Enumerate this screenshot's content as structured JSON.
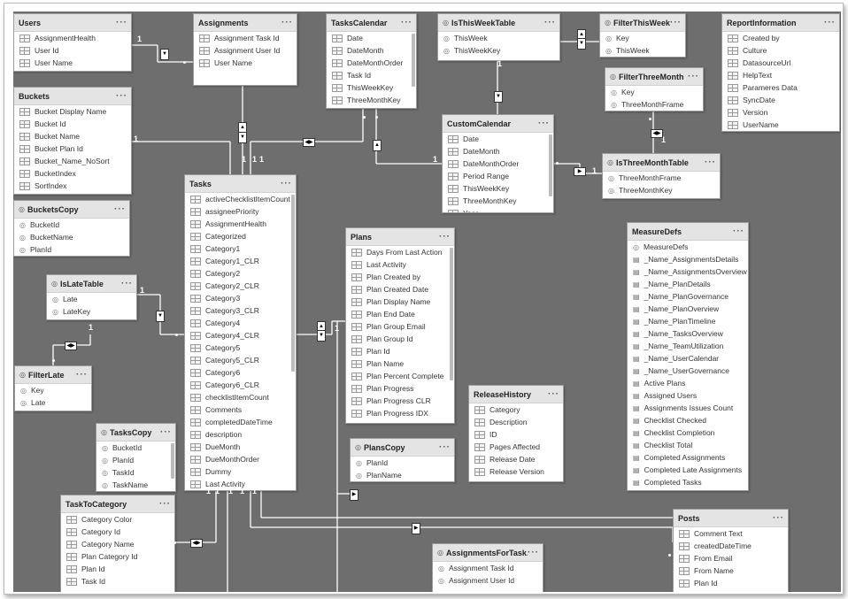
{
  "tables": {
    "users": {
      "title": "Users",
      "hidden": false,
      "fields": [
        "AssignmentHealth",
        "User Id",
        "User Name"
      ]
    },
    "assignments": {
      "title": "Assignments",
      "hidden": false,
      "fields": [
        "Assignment Task Id",
        "Assignment User Id",
        "User Name"
      ]
    },
    "taskscalendar": {
      "title": "TasksCalendar",
      "hidden": false,
      "fields": [
        "Date",
        "DateMonth",
        "DateMonthOrder",
        "Task Id",
        "ThisWeekKey",
        "ThreeMonthKey"
      ]
    },
    "isthisweektable": {
      "title": "IsThisWeekTable",
      "hidden": true,
      "fields": [
        "ThisWeek",
        "ThisWeekKey"
      ]
    },
    "filterthisweek": {
      "title": "FilterThisWeek",
      "hidden": true,
      "fields": [
        "Key",
        "ThisWeek"
      ]
    },
    "reportinformation": {
      "title": "ReportInformation",
      "hidden": false,
      "fields": [
        "Created by",
        "Culture",
        "DatasourceUrl",
        "HelpText",
        "Parameres Data",
        "SyncDate",
        "Version",
        "UserName"
      ]
    },
    "buckets": {
      "title": "Buckets",
      "hidden": false,
      "fields": [
        "Bucket Display Name",
        "Bucket Id",
        "Bucket Name",
        "Bucket Plan Id",
        "Bucket_Name_NoSort",
        "BucketIndex",
        "SortIndex"
      ]
    },
    "filterthreemonth": {
      "title": "FilterThreeMonth",
      "hidden": true,
      "fields": [
        "Key",
        "ThreeMonthFrame"
      ]
    },
    "customcalendar": {
      "title": "CustomCalendar",
      "hidden": false,
      "fields": [
        "Date",
        "DateMonth",
        "DateMonthOrder",
        "Period Range",
        "ThisWeekKey",
        "ThreeMonthKey",
        "Year"
      ]
    },
    "bucketscopy": {
      "title": "BucketsCopy",
      "hidden": true,
      "fields": [
        "BucketId",
        "BucketName",
        "PlanId"
      ]
    },
    "isthreemonthtable": {
      "title": "IsThreeMonthTable",
      "hidden": true,
      "fields": [
        "ThreeMonthFrame",
        "ThreeMonthKey"
      ]
    },
    "tasks": {
      "title": "Tasks",
      "hidden": false,
      "fields": [
        "activeChecklistItemCount",
        "assigneePriority",
        "AssignmentHealth",
        "Categorized",
        "Category1",
        "Category1_CLR",
        "Category2",
        "Category2_CLR",
        "Category3",
        "Category3_CLR",
        "Category4",
        "Category4_CLR",
        "Category5",
        "Category5_CLR",
        "Category6",
        "Category6_CLR",
        "checklistItemCount",
        "Comments",
        "completedDateTime",
        "description",
        "DueMonth",
        "DueMonthOrder",
        "Dummy",
        "Last Activity"
      ]
    },
    "plans": {
      "title": "Plans",
      "hidden": false,
      "fields": [
        "Days From Last Action",
        "Last Activity",
        "Plan Created by",
        "Plan Created Date",
        "Plan Display Name",
        "Plan End Date",
        "Plan Group Email",
        "Plan Group Id",
        "Plan Id",
        "Plan Name",
        "Plan Percent Complete",
        "Plan Progress",
        "Plan Progress CLR",
        "Plan Progress IDX"
      ]
    },
    "measuredefs": {
      "title": "MeasureDefs",
      "hidden": false,
      "fields": [
        "MeasureDefs",
        "_Name_AssignmentsDetails",
        "_Name_AssignmentsOverview",
        "_Name_PlanDetails",
        "_Name_PlanGovernance",
        "_Name_PlanOverview",
        "_Name_PlanTimeline",
        "_Name_TasksOverview",
        "_Name_TeamUtilization",
        "_Name_UserCalendar",
        "_Name_UserGovernance",
        "Active Plans",
        "Assigned Users",
        "Assignments Issues Count",
        "Checklist Checked",
        "Checklist Completion",
        "Checklist Total",
        "Completed Assignments",
        "Completed Late Assignments",
        "Completed Tasks"
      ]
    },
    "islatetable": {
      "title": "IsLateTable",
      "hidden": true,
      "fields": [
        "Late",
        "LateKey"
      ]
    },
    "filterlate": {
      "title": "FilterLate",
      "hidden": true,
      "fields": [
        "Key",
        "Late"
      ]
    },
    "releasehistory": {
      "title": "ReleaseHistory",
      "hidden": false,
      "fields": [
        "Category",
        "Description",
        "ID",
        "Pages Affected",
        "Release Date",
        "Release Version"
      ]
    },
    "taskscopy": {
      "title": "TasksCopy",
      "hidden": true,
      "fields": [
        "BucketId",
        "PlanId",
        "TaskId",
        "TaskName"
      ]
    },
    "planscopy": {
      "title": "PlansCopy",
      "hidden": true,
      "fields": [
        "PlanId",
        "PlanName"
      ]
    },
    "tasktocategory": {
      "title": "TaskToCategory",
      "hidden": false,
      "fields": [
        "Category Color",
        "Category Id",
        "Category Name",
        "Plan Category Id",
        "Plan Id",
        "Task Id"
      ]
    },
    "posts": {
      "title": "Posts",
      "hidden": false,
      "fields": [
        "Comment Text",
        "createdDateTime",
        "From Email",
        "From Name",
        "Plan Id"
      ]
    },
    "assignmentsfortask": {
      "title": "AssignmentsForTask...",
      "hidden": true,
      "fields": [
        "Assignment Task Id",
        "Assignment User Id"
      ]
    }
  },
  "cardinality": {
    "one": "1",
    "many": "*"
  },
  "icons": {
    "more": "more-options-icon",
    "hidden": "eye-hidden-icon",
    "field": "column-icon",
    "measure": "calculator-icon",
    "calc": "calculated-column-icon"
  },
  "colors": {
    "canvas": "#6e6e6e",
    "card_header": "#e4e4e4",
    "line": "#ffffff"
  }
}
